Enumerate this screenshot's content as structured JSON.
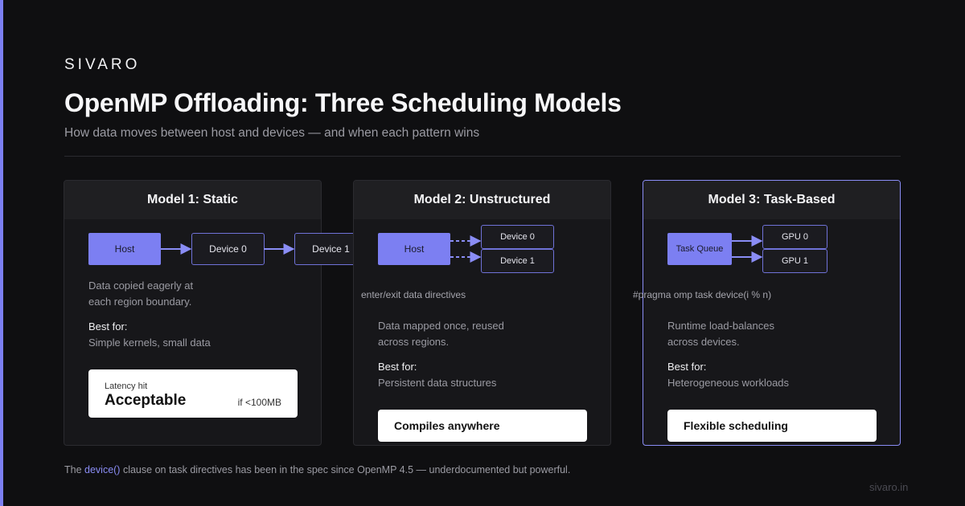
{
  "brand": "SIVARO",
  "title": "OpenMP Offloading: Three Scheduling Models",
  "subtitle": "How data moves between host and devices — and when each pattern wins",
  "colors": {
    "accent": "#7c7ff2",
    "background": "#0f0f11",
    "card": "#17171a"
  },
  "models": [
    {
      "heading": "Model 1: Static",
      "nodes": [
        "Host",
        "Device 0",
        "Device 1"
      ],
      "description": [
        "Data copied eagerly at",
        "each region boundary."
      ],
      "best_for_label": "Best for:",
      "best_for": "Simple kernels, small data",
      "callout": {
        "small": "Latency hit",
        "big": "Acceptable",
        "aside": "if <100MB"
      }
    },
    {
      "heading": "Model 2: Unstructured",
      "nodes": [
        "Host",
        "Device 0",
        "Device 1"
      ],
      "note": "enter/exit data directives",
      "description": [
        "Data mapped once, reused",
        "across regions."
      ],
      "best_for_label": "Best for:",
      "best_for": "Persistent data structures",
      "callout": {
        "label": "Compiles anywhere"
      }
    },
    {
      "heading": "Model 3: Task-Based",
      "nodes": [
        "Task Queue",
        "GPU 0",
        "GPU 1"
      ],
      "note": "#pragma omp task device(i % n)",
      "description": [
        "Runtime load-balances",
        "across devices."
      ],
      "best_for_label": "Best for:",
      "best_for": "Heterogeneous workloads",
      "callout": {
        "label": "Flexible scheduling"
      }
    }
  ],
  "footer": {
    "prefix": "The ",
    "code": "device()",
    "suffix": " clause on task directives has been in the spec since OpenMP 4.5 — underdocumented but powerful."
  },
  "domain": "sivaro.in"
}
